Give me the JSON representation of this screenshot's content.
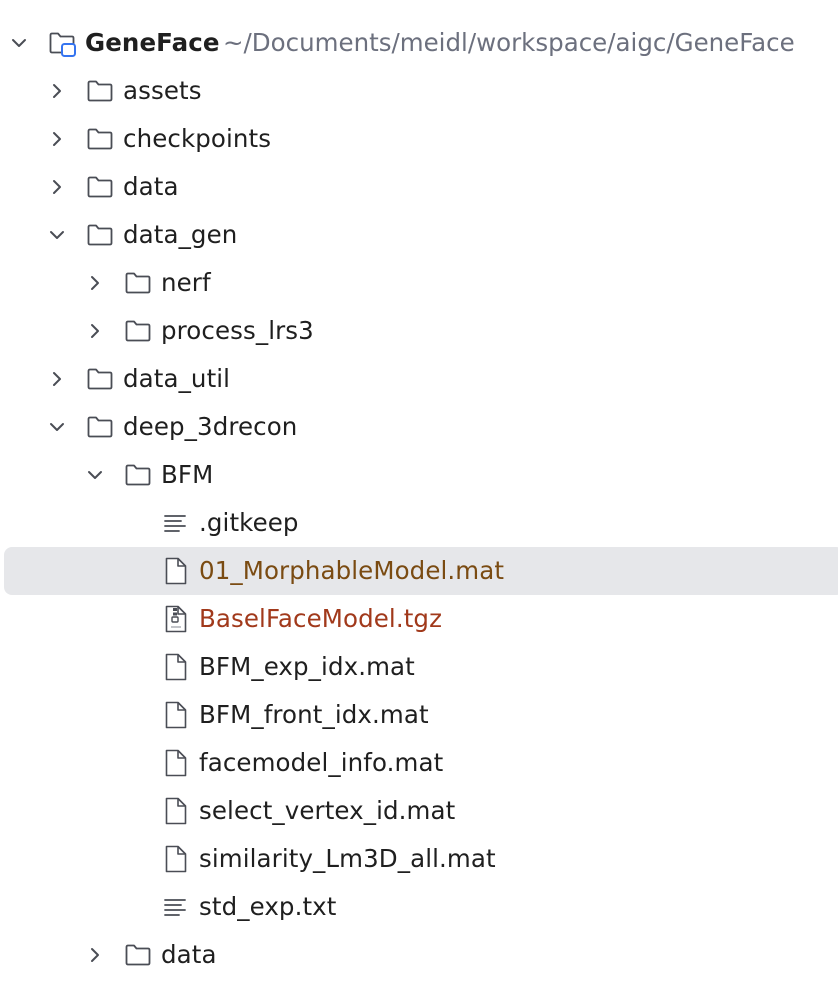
{
  "colors": {
    "selection_bg": "#e6e7ea",
    "text": "#1f1f1f",
    "path_text": "#6c707e",
    "modified_text": "#7a4b12",
    "unversioned_text": "#a1391b",
    "icon_stroke": "#4a4d55",
    "module_badge": "#3574f0"
  },
  "tree": {
    "root": {
      "name": "GeneFace",
      "path": "~/Documents/meidl/workspace/aigc/GeneFace",
      "icon": "module-folder-icon",
      "expanded": true
    },
    "items": [
      {
        "label": "assets",
        "type": "folder",
        "expanded": false
      },
      {
        "label": "checkpoints",
        "type": "folder",
        "expanded": false
      },
      {
        "label": "data",
        "type": "folder",
        "expanded": false
      },
      {
        "label": "data_gen",
        "type": "folder",
        "expanded": true
      },
      {
        "label": "nerf",
        "type": "folder",
        "expanded": false
      },
      {
        "label": "process_lrs3",
        "type": "folder",
        "expanded": false
      },
      {
        "label": "data_util",
        "type": "folder",
        "expanded": false
      },
      {
        "label": "deep_3drecon",
        "type": "folder",
        "expanded": true
      },
      {
        "label": "BFM",
        "type": "folder",
        "expanded": true
      },
      {
        "label": ".gitkeep",
        "type": "text-file"
      },
      {
        "label": "01_MorphableModel.mat",
        "type": "file",
        "status": "modified",
        "selected": true
      },
      {
        "label": "BaselFaceModel.tgz",
        "type": "archive",
        "status": "unversioned"
      },
      {
        "label": "BFM_exp_idx.mat",
        "type": "file"
      },
      {
        "label": "BFM_front_idx.mat",
        "type": "file"
      },
      {
        "label": "facemodel_info.mat",
        "type": "file"
      },
      {
        "label": "select_vertex_id.mat",
        "type": "file"
      },
      {
        "label": "similarity_Lm3D_all.mat",
        "type": "file"
      },
      {
        "label": "std_exp.txt",
        "type": "text-file"
      },
      {
        "label": "data",
        "type": "folder",
        "expanded": false
      }
    ]
  }
}
